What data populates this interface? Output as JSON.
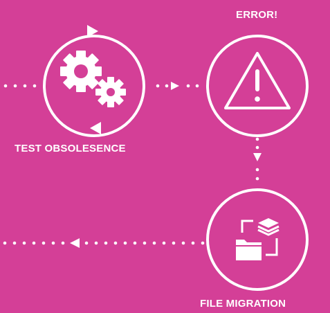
{
  "colors": {
    "background": "#d43f97",
    "foreground": "#ffffff"
  },
  "nodes": {
    "test_obsolesence": {
      "label": "TEST OBSOLESENCE",
      "icon": "gears-icon"
    },
    "error": {
      "label": "ERROR!",
      "icon": "warning-triangle-icon"
    },
    "file_migration": {
      "label": "FILE MIGRATION",
      "icon": "file-migration-icon"
    }
  }
}
